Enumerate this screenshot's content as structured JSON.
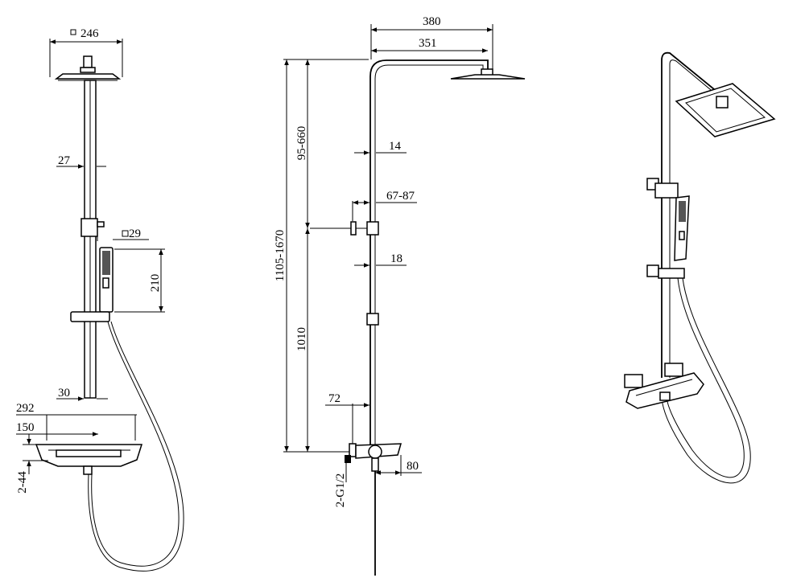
{
  "colors": {
    "line": "#000000",
    "background": "#ffffff"
  },
  "front_view": {
    "head_width": "246",
    "pipe_diameter": "27",
    "hand_shower_width": "29",
    "hand_shower_length": "210",
    "mixer_pipe": "30",
    "mixer_width": "292",
    "mixer_center": "150",
    "mixer_height": "2-44"
  },
  "side_view": {
    "arm_total": "380",
    "arm_reach": "351",
    "upper_adjust": "95-660",
    "pipe_upper": "14",
    "bracket_offset": "67-87",
    "pipe_lower": "18",
    "total_height": "1105-1670",
    "lower_height": "1010",
    "wall_offset": "72",
    "spout": "80",
    "inlet": "2-G1/2"
  },
  "icons": [
    "square-section-icon"
  ]
}
